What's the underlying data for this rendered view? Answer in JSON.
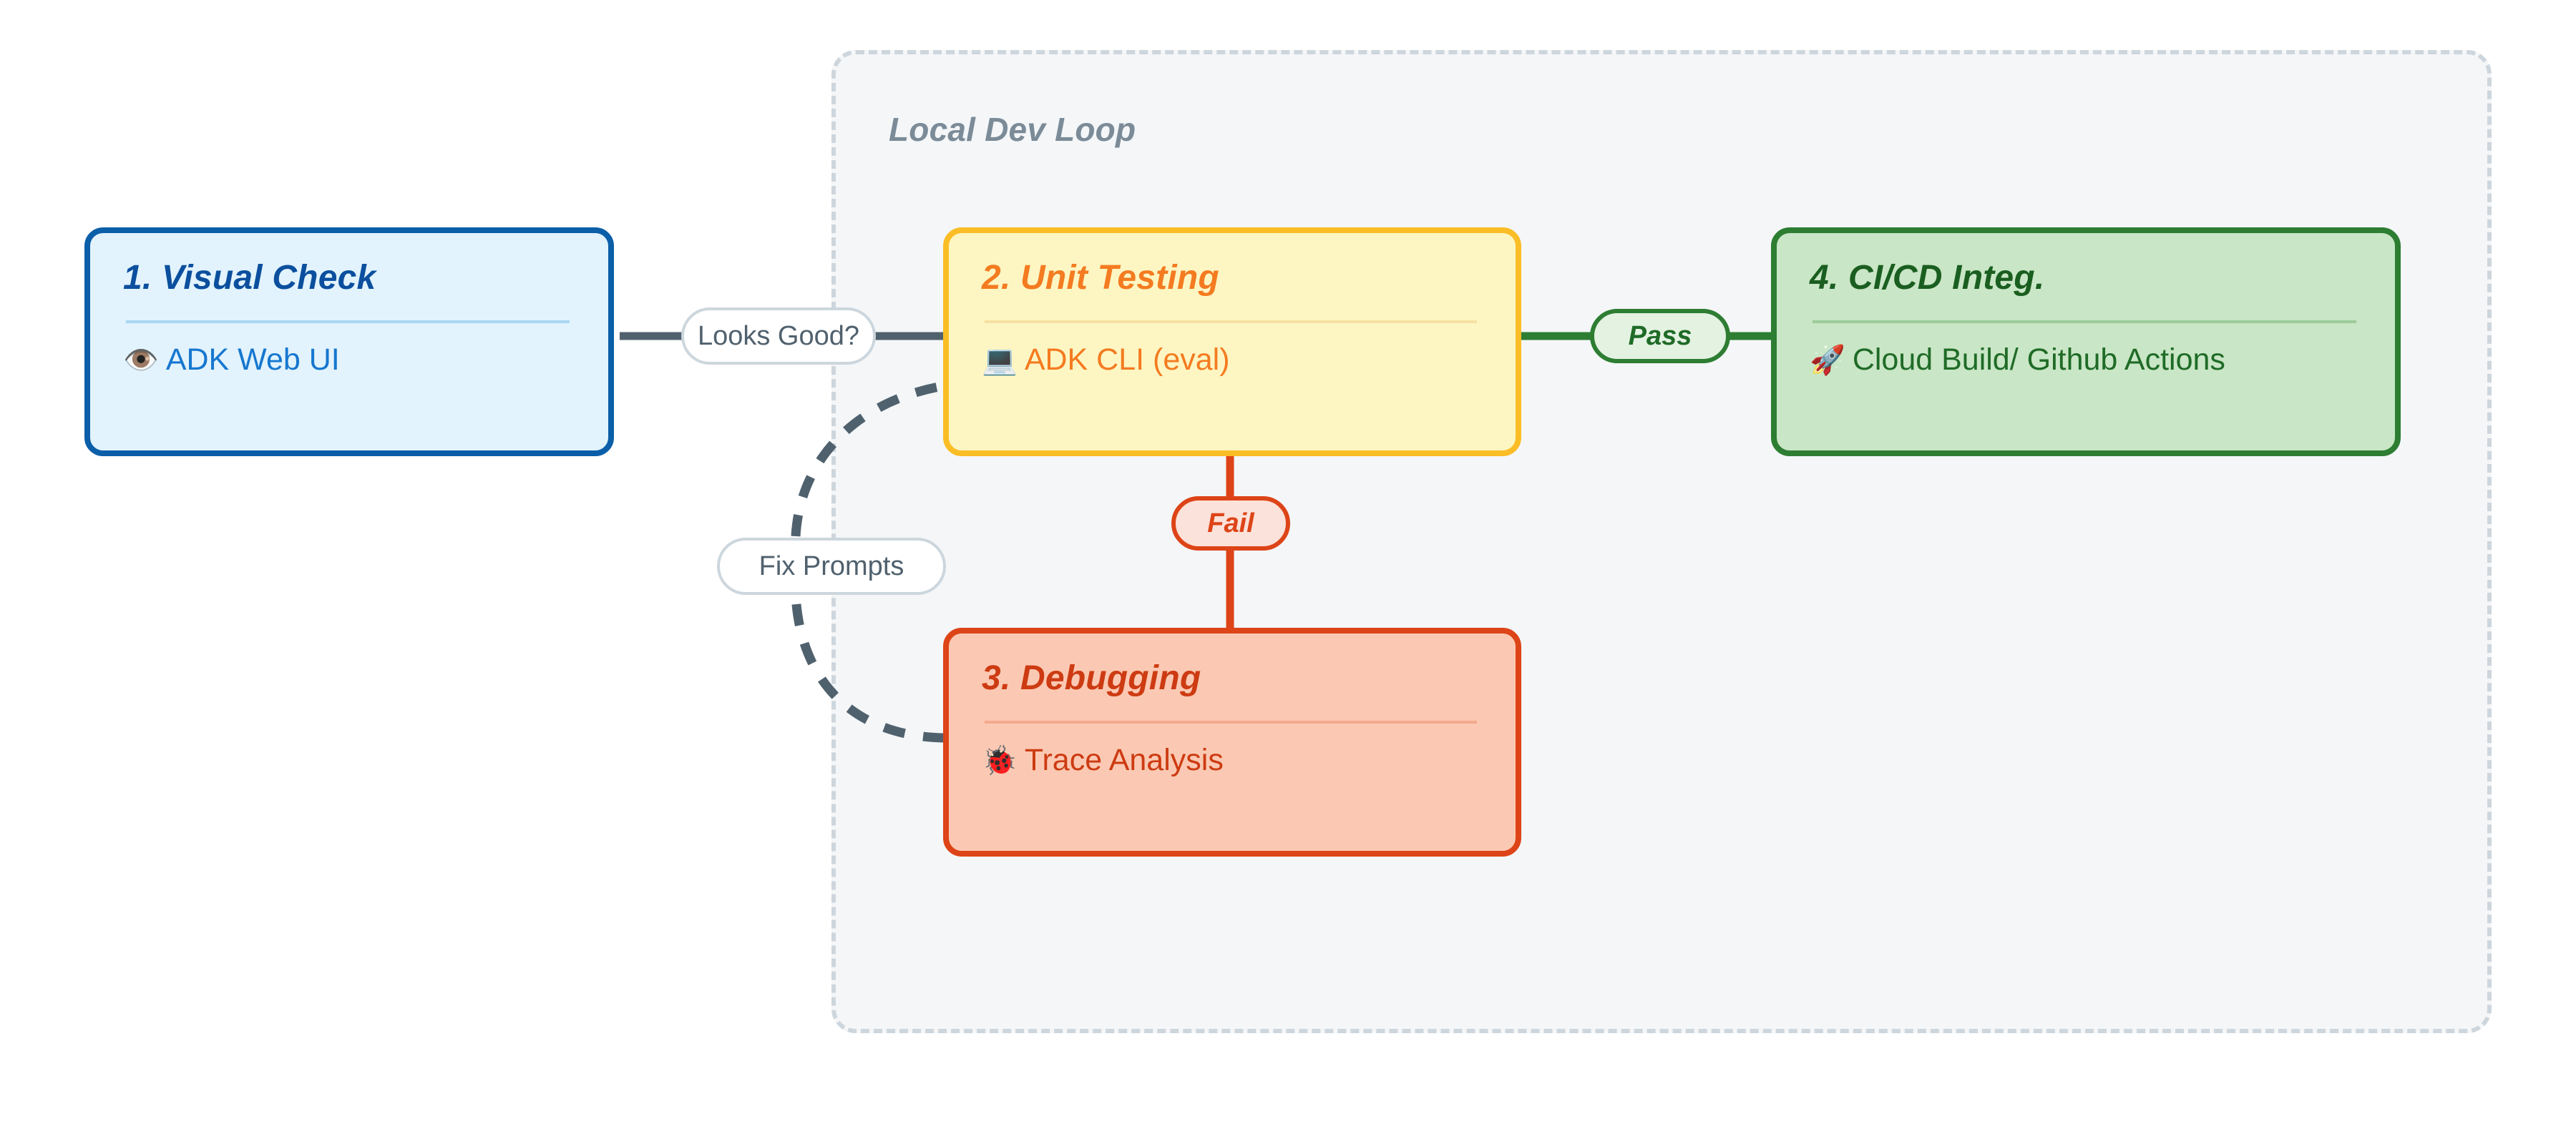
{
  "diagram": {
    "type": "flowchart",
    "direction": "left-to-right",
    "background": "#ffffff"
  },
  "subgraph": {
    "title": "Local Dev Loop",
    "fill": "#f4f6f8",
    "border_color": "#ced6dd",
    "border_style": "dashed"
  },
  "nodes": [
    {
      "id": "visual-check",
      "title": "1. Visual Check",
      "icon": "eye-icon",
      "icon_glyph": "👁️",
      "body": "ADK Web UI",
      "fill": "#e2f3fd",
      "border": "#0b5ea8",
      "title_color": "#0b4f9e",
      "body_color": "#1677cf"
    },
    {
      "id": "unit-testing",
      "title": "2. Unit Testing",
      "icon": "laptop-icon",
      "icon_glyph": "💻",
      "body": "ADK CLI (eval)",
      "fill": "#fdf6c3",
      "border": "#fbbd26",
      "title_color": "#f47b20",
      "body_color": "#f47b20"
    },
    {
      "id": "debugging",
      "title": "3. Debugging",
      "icon": "bug-icon",
      "icon_glyph": "🐞",
      "body": "Trace Analysis",
      "fill": "#fbc9b3",
      "border": "#dd4417",
      "title_color": "#cd3b12",
      "body_color": "#cd3b12"
    },
    {
      "id": "cicd",
      "title": "4. CI/CD Integ.",
      "icon": "rocket-icon",
      "icon_glyph": "🚀",
      "body": "Cloud Build/ Github Actions",
      "fill": "#c9e6c6",
      "border": "#2d7d32",
      "title_color": "#1a5e20",
      "body_color": "#1f6b27"
    }
  ],
  "edges": [
    {
      "id": "visual-check-to-unit-testing",
      "label": "Looks Good?",
      "from": "visual-check",
      "to": "unit-testing",
      "style": "solid",
      "color": "#50616e",
      "label_fill": "#ffffff",
      "label_border": "#ccd6dd",
      "label_color": "#50616e"
    },
    {
      "id": "unit-testing-to-cicd",
      "label": "Pass",
      "from": "unit-testing",
      "to": "cicd",
      "style": "solid",
      "color": "#2d7d32",
      "label_fill": "#e4f2e2",
      "label_border": "#2d7d32",
      "label_color": "#1f6b27"
    },
    {
      "id": "unit-testing-to-debugging",
      "label": "Fail",
      "from": "unit-testing",
      "to": "debugging",
      "style": "solid",
      "color": "#dd4417",
      "label_fill": "#fbe2da",
      "label_border": "#dd4417",
      "label_color": "#dd4417"
    },
    {
      "id": "debugging-to-unit-testing",
      "label": "Fix Prompts",
      "from": "debugging",
      "to": "unit-testing",
      "style": "dashed",
      "color": "#50616e",
      "label_fill": "#ffffff",
      "label_border": "#ccd6dd",
      "label_color": "#50616e"
    }
  ]
}
